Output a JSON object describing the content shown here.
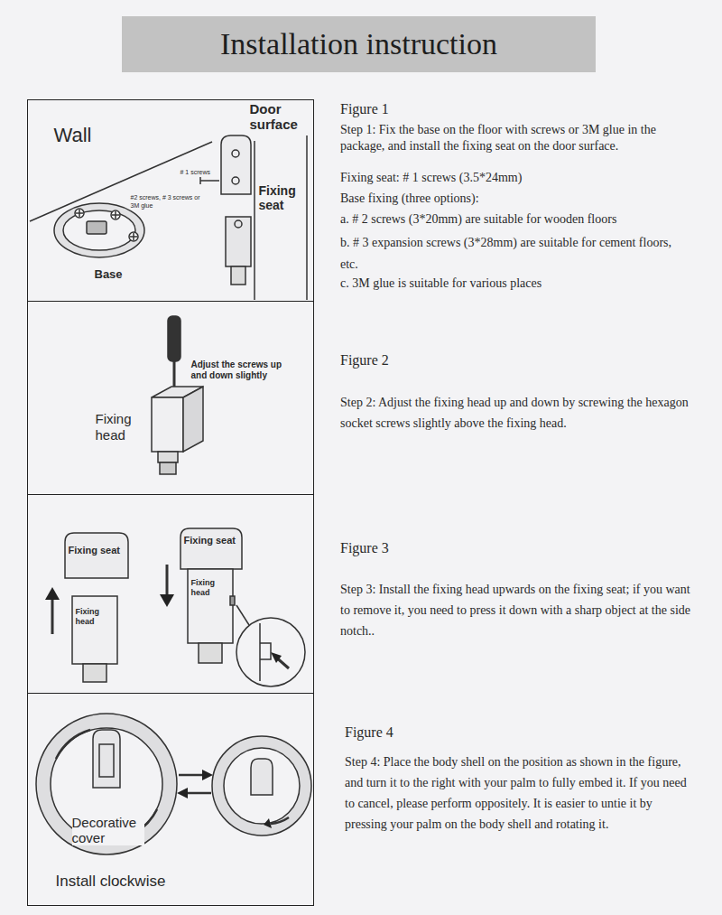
{
  "diagram": {
    "title": "Installation instruction",
    "nodes": [
      {
        "text": [
          "Wall",
          "Door surface",
          "#2 screws, # 3 screws or 3M glue",
          "# 1 screws",
          "Fixing seat",
          "Base"
        ]
      },
      {
        "text": [
          "Adjust the screws up and down slightly",
          "Fixing head"
        ]
      },
      {
        "text": [
          "Fixing seat",
          "Fixing head",
          "Fixing seat",
          "Fixing head"
        ]
      },
      {
        "text": [
          "Decorative cover",
          "Install clockwise"
        ]
      }
    ],
    "edges": [],
    "labels": [
      "Figure 1",
      "Step 1: Fix the base on the floor with screws or 3M glue in the package, and install the fixing seat on the door surface.",
      "Fixing seat: # 1 screws (3.5*24mm)",
      "Base fixing (three options):",
      "a. # 2 screws (3*20mm) are suitable for wooden floors",
      "b. # 3 expansion screws (3*28mm) are suitable for cement floors, etc.",
      "c. 3M glue is suitable for various places",
      "Figure 2",
      "Step 2: Adjust the fixing head up and down by screwing the hexagon socket screws slightly above the fixing head.",
      "Figure 3",
      "Step 3: Install the fixing head upwards on the fixing seat; if you want to remove it, you need to press it down with a sharp object at the side notch..",
      "Figure 4",
      "Step 4: Place the body shell on the position as shown in the figure, and turn it to the right with your palm to fully embed it. If you need to cancel, please perform oppositely. It is easier to untie it by pressing your palm on the body shell and rotating it."
    ]
  }
}
